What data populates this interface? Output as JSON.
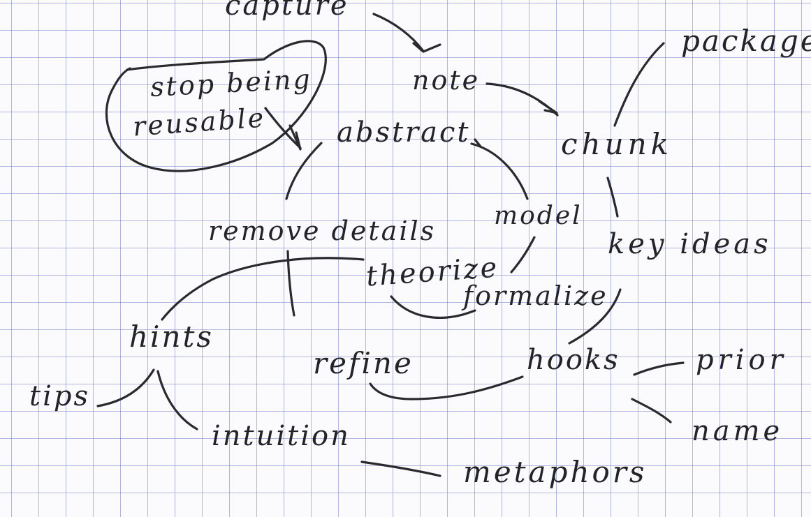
{
  "words": {
    "capture": "capture",
    "note": "note",
    "package": "package",
    "stop_being": "stop being",
    "reusable": "reusable",
    "abstract": "abstract",
    "chunk": "chunk",
    "model": "model",
    "remove_details": "remove details",
    "key_ideas": "key ideas",
    "theorize": "theorize",
    "formalize": "formalize",
    "hints": "hints",
    "refine": "refine",
    "hooks": "hooks",
    "prior": "prior",
    "tips": "tips",
    "name": "name",
    "intuition": "intuition",
    "metaphors": "metaphors"
  },
  "colors": {
    "ink": "#232328",
    "grid": "#7882c8",
    "paper": "#fbfbfd"
  }
}
